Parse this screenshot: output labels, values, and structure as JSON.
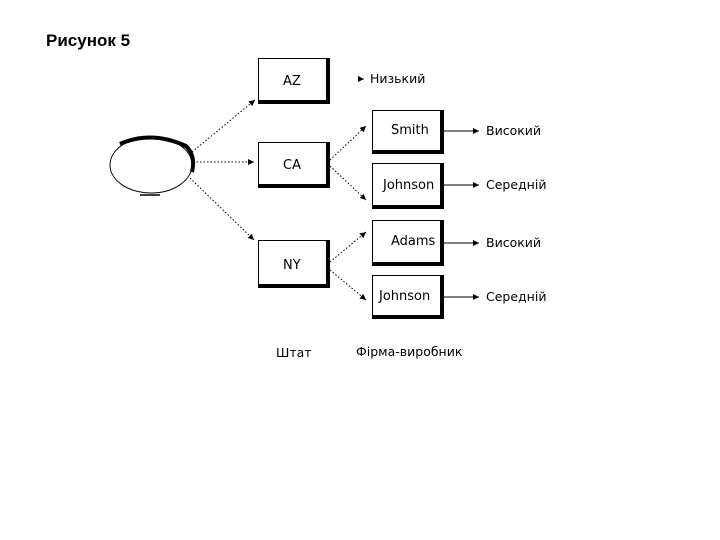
{
  "caption": "Рисунок 5",
  "states": [
    {
      "label": "AZ",
      "outcome": "Низький"
    },
    {
      "label": "CA"
    },
    {
      "label": "NY"
    }
  ],
  "firms": [
    {
      "label": "Smith",
      "outcome": "Високий"
    },
    {
      "label": "Johnson",
      "outcome": "Середній"
    },
    {
      "label": "Adams",
      "outcome": "Високий"
    },
    {
      "label": "Johnson",
      "outcome": "Середній"
    }
  ],
  "footer": {
    "state_label": "Штат",
    "firm_label": "Фірма-виробник"
  }
}
